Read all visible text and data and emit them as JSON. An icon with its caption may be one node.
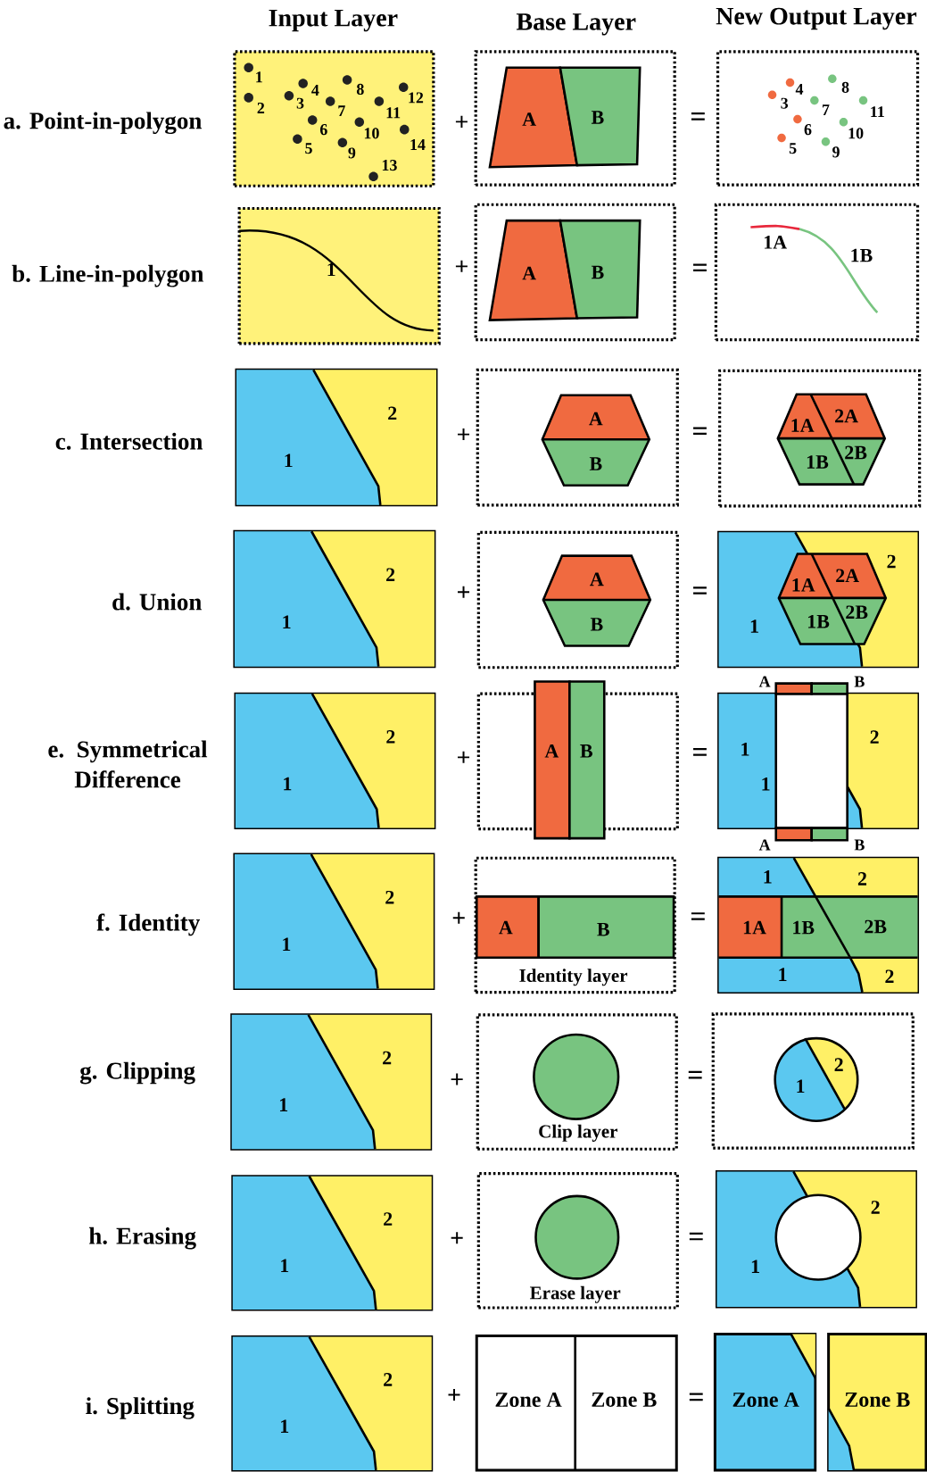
{
  "diagram": {
    "nodes": [
      {
        "text": [
          "1",
          "2",
          "3",
          "4",
          "5",
          "6",
          "7",
          "8",
          "9",
          "10",
          "11",
          "12",
          "13",
          "14"
        ]
      },
      {
        "text": [
          "A",
          "B"
        ]
      },
      {
        "text": [
          "3",
          "4",
          "5",
          "6",
          "7",
          "8",
          "9",
          "10",
          "11"
        ]
      },
      {
        "text": [
          "1"
        ]
      },
      {
        "text": [
          "A",
          "B"
        ]
      },
      {
        "text": [
          "1A",
          "1B"
        ]
      },
      {
        "text": [
          "2",
          "1"
        ]
      },
      {
        "text": [
          "A",
          "B"
        ]
      },
      {
        "text": [
          "1A",
          "2A",
          "1B",
          "2B"
        ]
      },
      {
        "text": [
          "2",
          "1"
        ]
      },
      {
        "text": [
          "A",
          "B"
        ]
      },
      {
        "text": [
          "2",
          "1A",
          "2A",
          "1B",
          "2B",
          "1"
        ]
      },
      {
        "text": [
          "2",
          "1"
        ]
      },
      {
        "text": [
          "A",
          "B"
        ]
      },
      {
        "text": [
          "A",
          "B",
          "2",
          "1",
          "1",
          "A",
          "B"
        ]
      },
      {
        "text": [
          "2",
          "1"
        ]
      },
      {
        "text": [
          "A",
          "B",
          "Identity layer"
        ]
      },
      {
        "text": [
          "1",
          "2",
          "1A",
          "1B",
          "2B",
          "1",
          "2"
        ]
      },
      {
        "text": [
          "2",
          "1"
        ]
      },
      {
        "text": [
          "Clip layer"
        ]
      },
      {
        "text": [
          "2",
          "1"
        ]
      },
      {
        "text": [
          "2",
          "1"
        ]
      },
      {
        "text": [
          "Erase layer"
        ]
      },
      {
        "text": [
          "2",
          "1"
        ]
      },
      {
        "text": [
          "2",
          "1"
        ]
      },
      {
        "text": [
          "Zone A",
          "Zone B"
        ]
      },
      {
        "text": [
          "Zone A"
        ]
      },
      {
        "text": [
          "Zone B"
        ]
      }
    ],
    "labels": [
      "Input Layer",
      "Base Layer",
      "New Output Layer",
      "a. Point-in-polygon",
      "+",
      "=",
      "b. Line-in-polygon",
      "+",
      "=",
      "c. Intersection",
      "+",
      "=",
      "d. Union",
      "+",
      "=",
      "e. Symmetrical Difference",
      "+",
      "=",
      "f. Identity",
      "+",
      "=",
      "g. Clipping",
      "+",
      "=",
      "h. Erasing",
      "+",
      "=",
      "i. Splitting",
      "+",
      "="
    ]
  }
}
